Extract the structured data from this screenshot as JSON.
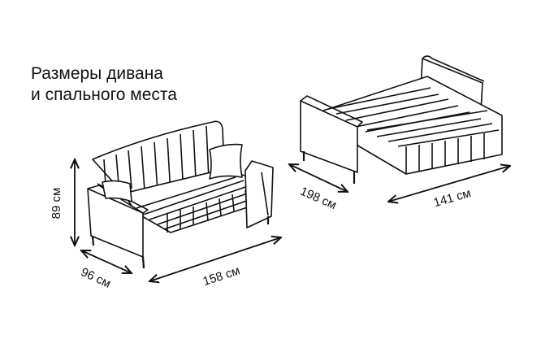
{
  "title": {
    "line1": "Размеры дивана",
    "line2": "и спального места"
  },
  "sofa": {
    "height": "89 см",
    "depth": "96 см",
    "width": "158 см"
  },
  "bed": {
    "length": "198 см",
    "width": "141 см"
  }
}
